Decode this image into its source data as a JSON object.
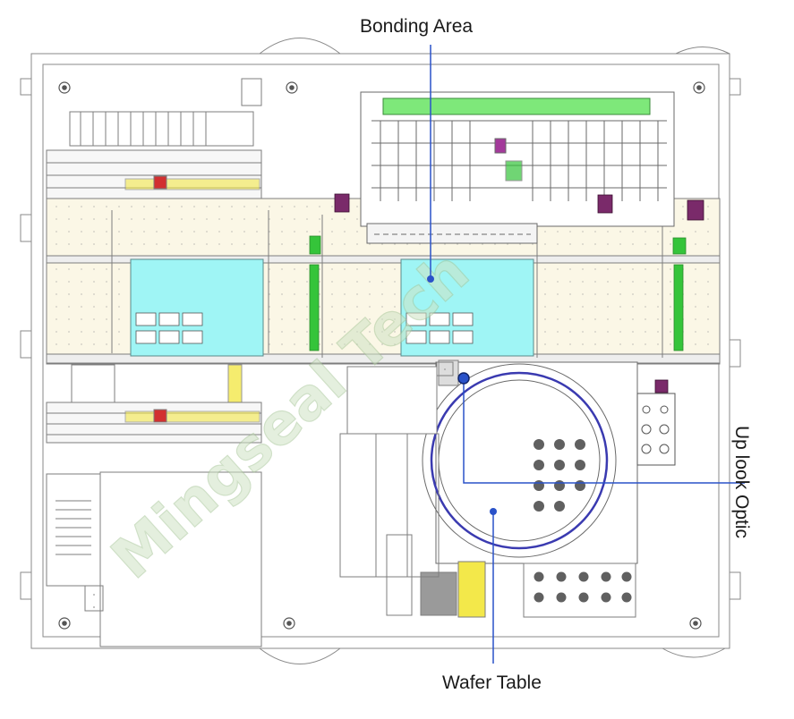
{
  "labels": {
    "bonding_area": "Bonding Area",
    "wafer_table": "Wafer Table",
    "up_look_optic": "Up look Optic",
    "watermark": "Mingseal Tech"
  },
  "colors": {
    "line": "#7d7d7d",
    "fine_line": "#a8a8a8",
    "panel_fill": "#fbf7e6",
    "cyan_area": "#9ff5f5",
    "bright_green": "#7ee87a",
    "green_strip": "#35c43a",
    "yellow": "#f3e84a",
    "purple": "#7a2a6a",
    "red": "#d23030",
    "callout_blue": "#2a52c9",
    "watermark": "#cfe3c4",
    "hole": "#606060"
  }
}
